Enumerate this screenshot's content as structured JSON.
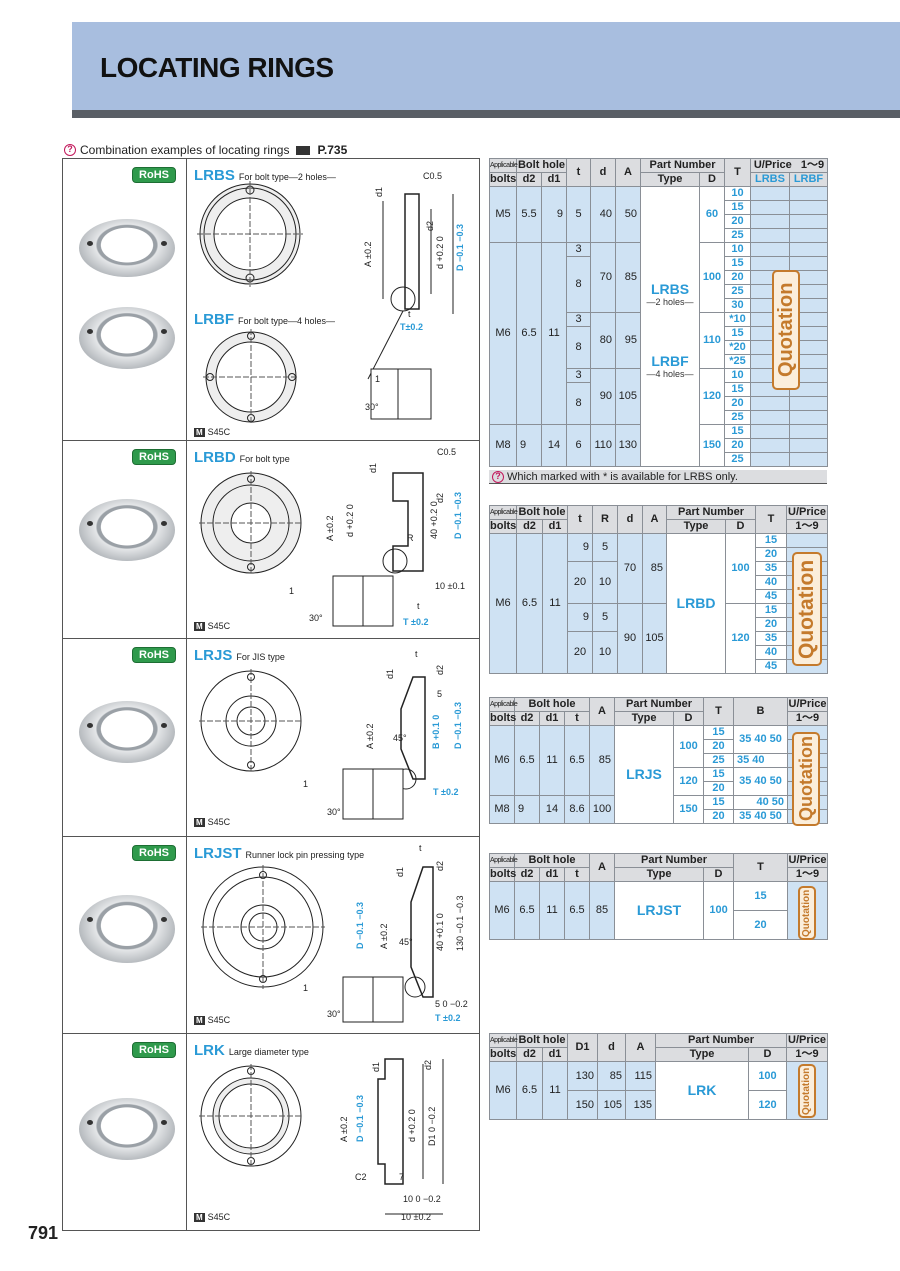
{
  "header": {
    "title": "LOCATING RINGS"
  },
  "combo": {
    "text": "Combination examples of locating rings",
    "ref": "P.735"
  },
  "page_number": "791",
  "rohs": "RoHS",
  "sections": [
    {
      "name": "LRBS",
      "sub": "For bolt type—2 holes—",
      "name2": "LRBF",
      "sub2": "For bolt type—4 holes—",
      "material": "S45C",
      "labels": [
        "C0.5",
        "d1",
        "d2",
        "A ±0.2",
        "d +0.2 0",
        "D −0.1 −0.3",
        "t",
        "T±0.2",
        "1",
        "30°"
      ]
    },
    {
      "name": "LRBD",
      "sub": "For bolt type",
      "material": "S45C",
      "labels": [
        "C0.5",
        "d1",
        "d2",
        "A ±0.2",
        "d +0.2 0",
        "40 +0.2 0",
        "D −0.1 −0.3",
        "R",
        "10 ±0.1",
        "t",
        "T ±0.2",
        "1",
        "30°"
      ]
    },
    {
      "name": "LRJS",
      "sub": "For JIS type",
      "material": "S45C",
      "labels": [
        "t",
        "d1",
        "d2",
        "5",
        "A ±0.2",
        "45°",
        "B +0.1 0",
        "D −0.1 −0.3",
        "T ±0.2",
        "1",
        "30°"
      ]
    },
    {
      "name": "LRJST",
      "sub": "Runner lock pin pressing type",
      "material": "S45C",
      "labels": [
        "t",
        "d1",
        "d2",
        "D −0.1 −0.3",
        "A ±0.2",
        "45°",
        "40 +0.1 0",
        "130 −0.1 −0.3",
        "5 0 −0.2",
        "T ±0.2",
        "1",
        "30°"
      ]
    },
    {
      "name": "LRK",
      "sub": "Large diameter type",
      "material": "S45C",
      "labels": [
        "d1",
        "d2",
        "A ±0.2",
        "D −0.1 −0.3",
        "d +0.2 0",
        "D1 0 −0.2",
        "C2",
        "7",
        "10 0 −0.2",
        "10 ±0.2"
      ]
    }
  ],
  "quotation": "Quotation",
  "t1": {
    "h": {
      "applicable": "Applicable",
      "bolts": "bolts",
      "bolt_hole": "Bolt hole",
      "d2": "d2",
      "d1": "d1",
      "t": "t",
      "d": "d",
      "A": "A",
      "pn": "Part Number",
      "type": "Type",
      "D": "D",
      "T": "T",
      "price": "U/Price",
      "qty": "1～9",
      "lrbs": "LRBS",
      "lrbf": "LRBF"
    },
    "rows": [
      {
        "bolts": "M5",
        "d2": "5.5",
        "d1": "9",
        "t": "5",
        "d": "40",
        "A": "50",
        "D": "60"
      },
      {
        "bolts": "M6",
        "d2": "6.5",
        "d1": "11",
        "t3": "3",
        "t8": "8",
        "d": "70",
        "A": "85",
        "D": "100"
      },
      {
        "t3": "3",
        "t8": "8",
        "d": "80",
        "A": "95",
        "D": "110"
      },
      {
        "t3": "3",
        "t8": "8",
        "d": "90",
        "A": "105",
        "D": "120"
      },
      {
        "bolts": "M8",
        "d2": "9",
        "d1": "14",
        "t": "6",
        "d": "110",
        "A": "130",
        "D": "150"
      }
    ],
    "type1": "LRBS",
    "type1_sub": "—2 holes—",
    "type2": "LRBF",
    "type2_sub": "—4 holes—",
    "T": [
      "10",
      "15",
      "20",
      "25",
      "10",
      "15",
      "20",
      "25",
      "30",
      "*10",
      "15",
      "*20",
      "*25",
      "10",
      "15",
      "20",
      "25",
      "15",
      "20",
      "25"
    ],
    "note": "Which marked with * is available for LRBS only."
  },
  "t2": {
    "h": {
      "applicable": "Applicable",
      "bolts": "bolts",
      "bolt_hole": "Bolt hole",
      "d2": "d2",
      "d1": "d1",
      "t": "t",
      "R": "R",
      "d": "d",
      "A": "A",
      "pn": "Part Number",
      "type": "Type",
      "D": "D",
      "T": "T",
      "price": "U/Price",
      "qty": "1～9"
    },
    "bolts": "M6",
    "d2": "6.5",
    "d1": "11",
    "type": "LRBD",
    "groups": [
      {
        "t_a": "9",
        "R_a": "5",
        "t_b": "20",
        "R_b": "10",
        "d": "70",
        "A": "85",
        "D": "100"
      },
      {
        "t_a": "9",
        "R_a": "5",
        "t_b": "20",
        "R_b": "10",
        "d": "90",
        "A": "105",
        "D": "120"
      }
    ],
    "T": [
      "15",
      "20",
      "35",
      "40",
      "45",
      "15",
      "20",
      "35",
      "40",
      "45"
    ]
  },
  "t3": {
    "h": {
      "applicable": "Applicable",
      "bolts": "bolts",
      "bolt_hole": "Bolt hole",
      "d2": "d2",
      "d1": "d1",
      "t": "t",
      "A": "A",
      "pn": "Part Number",
      "type": "Type",
      "D": "D",
      "T": "T",
      "B": "B",
      "price": "U/Price",
      "qty": "1～9"
    },
    "type": "LRJS",
    "rows": [
      {
        "bolts": "M6",
        "d2": "6.5",
        "d1": "11",
        "t": "6.5",
        "A": "85"
      },
      {
        "bolts": "M8",
        "d2": "9",
        "d1": "14",
        "t": "8.6",
        "A": "100"
      }
    ],
    "D": [
      "100",
      "120",
      "150"
    ],
    "T": [
      "15",
      "20",
      "25",
      "15",
      "20",
      "15",
      "20"
    ],
    "B": [
      "35 40 50",
      "35 40",
      "35 40 50",
      "40 50",
      "35 40 50"
    ]
  },
  "t4": {
    "h": {
      "applicable": "Applicable",
      "bolts": "bolts",
      "bolt_hole": "Bolt hole",
      "d2": "d2",
      "d1": "d1",
      "t": "t",
      "A": "A",
      "pn": "Part Number",
      "type": "Type",
      "D": "D",
      "T": "T",
      "price": "U/Price",
      "qty": "1～9"
    },
    "bolts": "M6",
    "d2": "6.5",
    "d1": "11",
    "t": "6.5",
    "A": "85",
    "type": "LRJST",
    "D": "100",
    "T": [
      "15",
      "20"
    ]
  },
  "t5": {
    "h": {
      "applicable": "Applicable",
      "bolts": "bolts",
      "bolt_hole": "Bolt hole",
      "d2": "d2",
      "d1": "d1",
      "D1": "D1",
      "d": "d",
      "A": "A",
      "pn": "Part Number",
      "type": "Type",
      "D": "D",
      "price": "U/Price",
      "qty": "1～9"
    },
    "bolts": "M6",
    "d2": "6.5",
    "d1": "11",
    "type": "LRK",
    "rows": [
      {
        "D1": "130",
        "d": "85",
        "A": "115",
        "D": "100"
      },
      {
        "D1": "150",
        "d": "105",
        "A": "135",
        "D": "120"
      }
    ]
  }
}
